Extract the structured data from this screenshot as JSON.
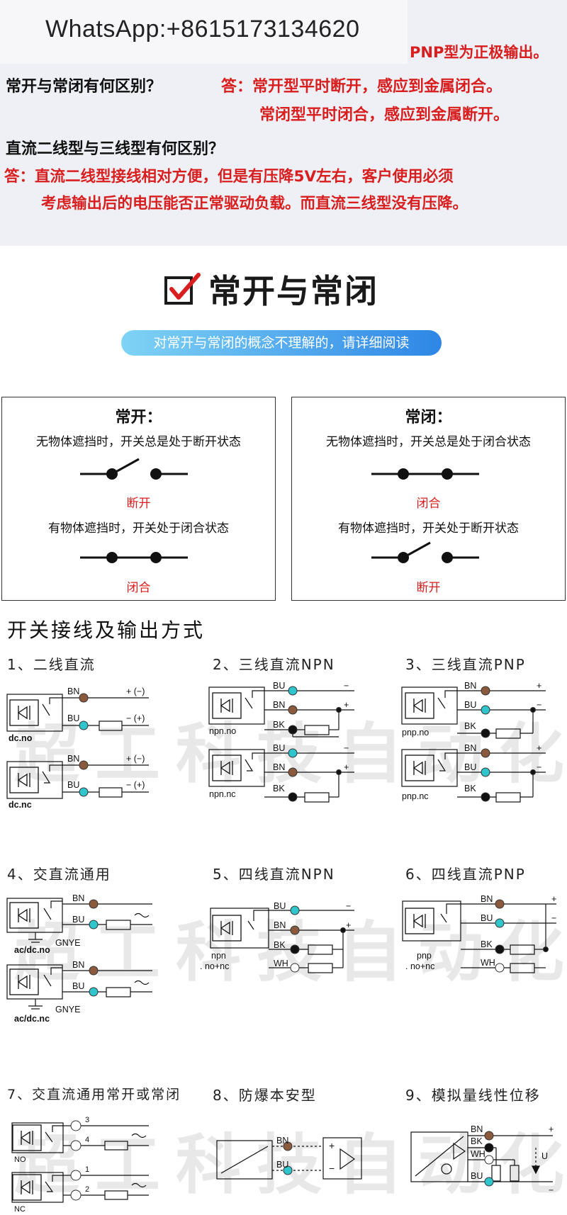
{
  "faq": {
    "whatsapp": "WhatsApp:+8615173134620",
    "pnp_note": "PNP型为正极输出。",
    "q1": "常开与常闭有何区别？",
    "a1_line1": "答：常开型平时断开，感应到金属闭合。",
    "a1_line2": "常闭型平时闭合，感应到金属断开。",
    "q2": "直流二线型与三线型有何区别？",
    "a2_line1": "答：直流二线型接线相对方便，但是有压降5V左右，客户使用必须",
    "a2_line2": "考虑输出后的电压能否正常驱动负载。而直流三线型没有压降。"
  },
  "section": {
    "title": "常开与常闭",
    "subtitle": "对常开与常闭的概念不理解的，请详细阅读"
  },
  "no_box": {
    "title": "常开：",
    "line1": "无物体遮挡时，开关总是处于断开状态",
    "state1": "断开",
    "line2": "有物体遮挡时，开关处于闭合状态",
    "state2": "闭合"
  },
  "nc_box": {
    "title": "常闭：",
    "line1": "无物体遮挡时，开关总是处于闭合状态",
    "state1": "闭合",
    "line2": "有物体遮挡时，开关处于断开状态",
    "state2": "断开"
  },
  "wiring": {
    "title": "开关接线及输出方式",
    "watermark": "超工科技自动化",
    "sections": [
      "1、二线直流",
      "2、三线直流NPN",
      "3、三线直流PNP",
      "4、交直流通用",
      "5、四线直流NPN",
      "6、四线直流PNP",
      "7、交直流通用常开或常闭",
      "8、防爆本安型",
      "9、模拟量线性位移"
    ],
    "wire_labels": {
      "bn": "BN",
      "bu": "BU",
      "bk": "BK",
      "wh": "WH",
      "gnye": "GNYE",
      "plus_minus": "+ (−)",
      "minus_plus": "− (+)",
      "plus": "+",
      "minus": "−",
      "u": "U",
      "t1": "1",
      "t2": "2",
      "t3": "3",
      "t4": "4"
    },
    "sensor_labels": {
      "dc_no": "dc.no",
      "dc_nc": "dc.nc",
      "npn_no": "npn.no",
      "npn_nc": "npn.nc",
      "pnp_no": "pnp.no",
      "pnp_nc": "pnp.nc",
      "acdc_no": "ac/dc.no",
      "acdc_nc": "ac/dc.nc",
      "npn4_a": "npn",
      "npn4_b": ". no+nc",
      "pnp4_a": "pnp",
      "pnp4_b": ". no+nc",
      "no": "NO",
      "nc": "NC"
    },
    "colors": {
      "brown": "#8b5a3c",
      "blue": "#2ec6cc",
      "black": "#111111",
      "white": "#ffffff",
      "red": "#d81e1e"
    }
  }
}
